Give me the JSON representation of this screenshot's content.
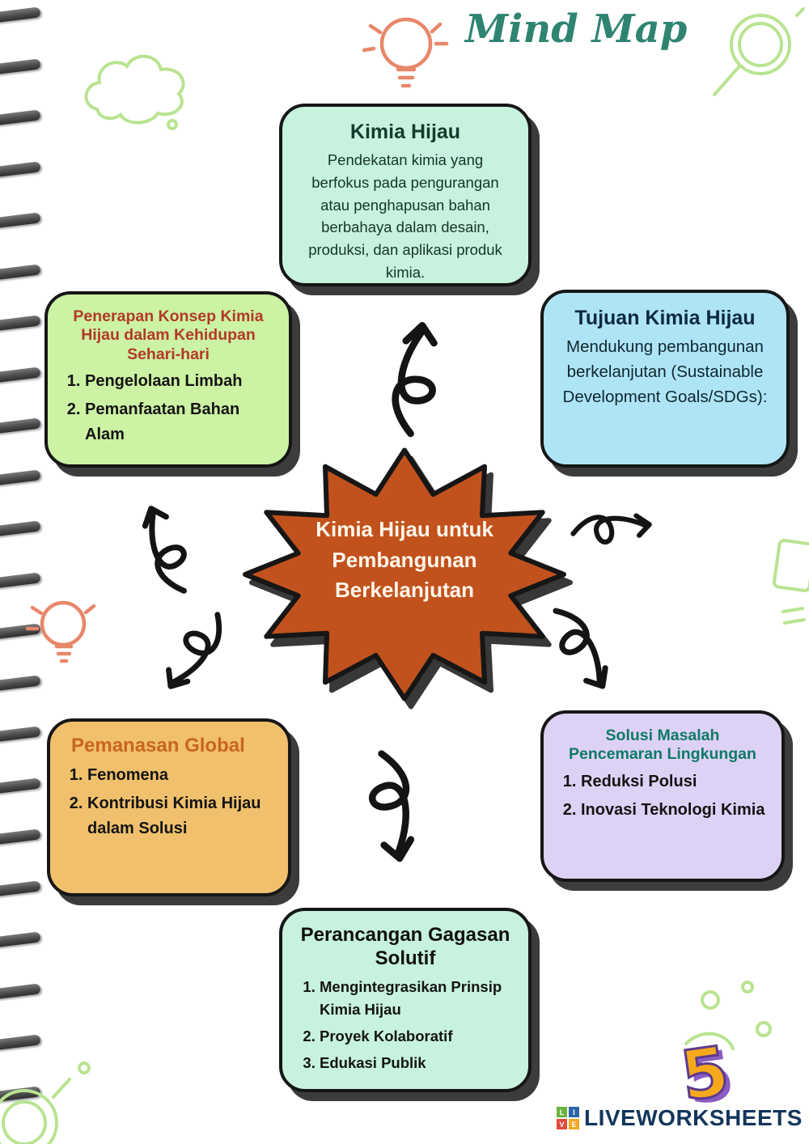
{
  "page": {
    "title": "Mind Map"
  },
  "center": {
    "lines": [
      "Kimia Hijau untuk",
      "Pembangunan",
      "Berkelanjutan"
    ],
    "color": "#c2521d"
  },
  "boxes": {
    "top": {
      "title": "Kimia Hijau",
      "body": "Pendekatan kimia yang berfokus pada pengurangan atau penghapusan bahan berbahaya dalam desain, produksi, dan aplikasi produk kimia.",
      "color": "#c7f2de"
    },
    "left_top": {
      "title": "Penerapan Konsep Kimia Hijau dalam Kehidupan Sehari-hari",
      "items": [
        "Pengelolaan Limbah",
        "Pemanfaatan Bahan Alam"
      ],
      "color": "#ccf2a3",
      "title_color": "#b23a22"
    },
    "right_top": {
      "title": "Tujuan Kimia Hijau",
      "body": "Mendukung pembangunan berkelanjutan (Sustainable Development Goals/SDGs):",
      "color": "#aee4f6"
    },
    "left_bottom": {
      "title": "Pemanasan Global",
      "items": [
        "Fenomena",
        "Kontribusi Kimia Hijau dalam Solusi"
      ],
      "color": "#f0c06c",
      "title_color": "#c9661d"
    },
    "right_bottom": {
      "title": "Solusi Masalah Pencemaran Lingkungan",
      "items": [
        "Reduksi Polusi",
        "Inovasi Teknologi Kimia"
      ],
      "color": "#ded1f6",
      "title_color": "#0d7a66"
    },
    "bottom": {
      "title": "Perancangan Gagasan Solutif",
      "items": [
        "Mengintegrasikan Prinsip Kimia Hijau",
        "Proyek Kolaboratif",
        "Edukasi Publik"
      ],
      "color": "#c7f2de"
    }
  },
  "footer": {
    "brand": "LIVEWORKSHEETS",
    "badge": "5",
    "tiles": [
      "L",
      "I",
      "V",
      "E"
    ]
  },
  "colors": {
    "title_teal": "#2e8471",
    "arrow_black": "#141414",
    "doodle_green": "#b9e391",
    "doodle_coral": "#e8876a",
    "badge_orange": "#f6a81c",
    "badge_purple": "#5c3a8e",
    "brand_navy": "#14365c"
  }
}
